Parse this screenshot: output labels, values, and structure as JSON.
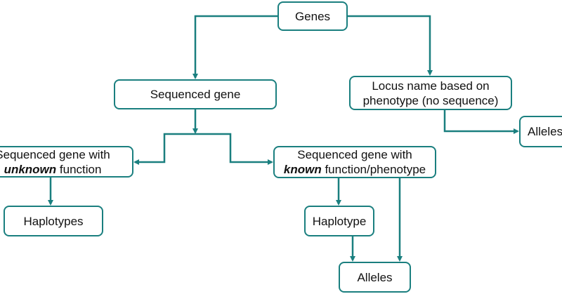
{
  "colors": {
    "accent": "#1a7f7f",
    "text": "#111111",
    "background": "#ffffff"
  },
  "nodes": {
    "genes": {
      "label": "Genes"
    },
    "sequenced_gene": {
      "label": "Sequenced gene"
    },
    "locus_name": {
      "line1": "Locus name based on",
      "line2": "phenotype (no sequence)"
    },
    "alleles_right": {
      "label": "Alleles"
    },
    "unknown_function": {
      "line1": "Sequenced gene with",
      "emph": "unknown",
      "rest": " function"
    },
    "known_function": {
      "line1": "Sequenced gene with",
      "emph": "known",
      "rest": " function/phenotype"
    },
    "haplotypes": {
      "label": "Haplotypes"
    },
    "haplotype": {
      "label": "Haplotype"
    },
    "alleles_bottom": {
      "label": "Alleles"
    }
  }
}
